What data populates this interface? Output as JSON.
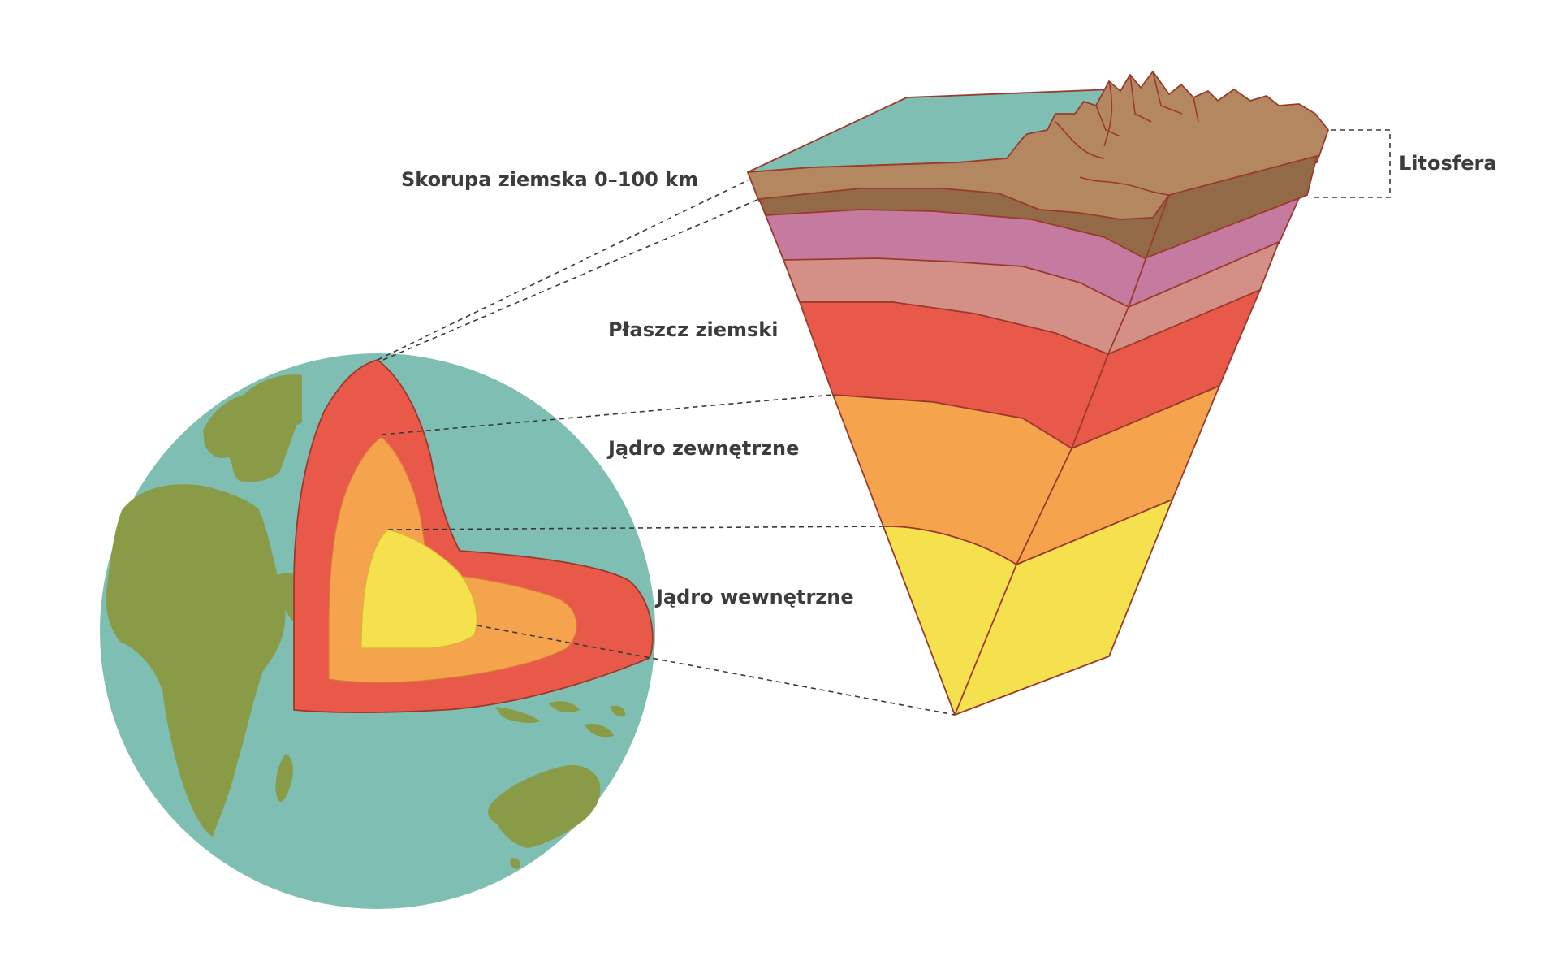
{
  "labels": {
    "crust": "Skorupa ziemska 0–100 km",
    "mantle": "Płaszcz ziemski",
    "outer_core": "Jądro zewnętrzne",
    "inner_core": "Jądro wewnętrzne",
    "lithosphere": "Litosfera"
  },
  "colors": {
    "ocean": "#7fbeb2",
    "land": "#8a9b47",
    "crust_top": "#b38860",
    "crust_dark": "#936a48",
    "asthenosphere": "#c57aa0",
    "upper_mantle": "#d49086",
    "mantle": "#e8594a",
    "outer_core": "#f6a34d",
    "inner_core": "#f5e04d",
    "edge": "#9b3a2c",
    "text": "#3c3c3c"
  }
}
